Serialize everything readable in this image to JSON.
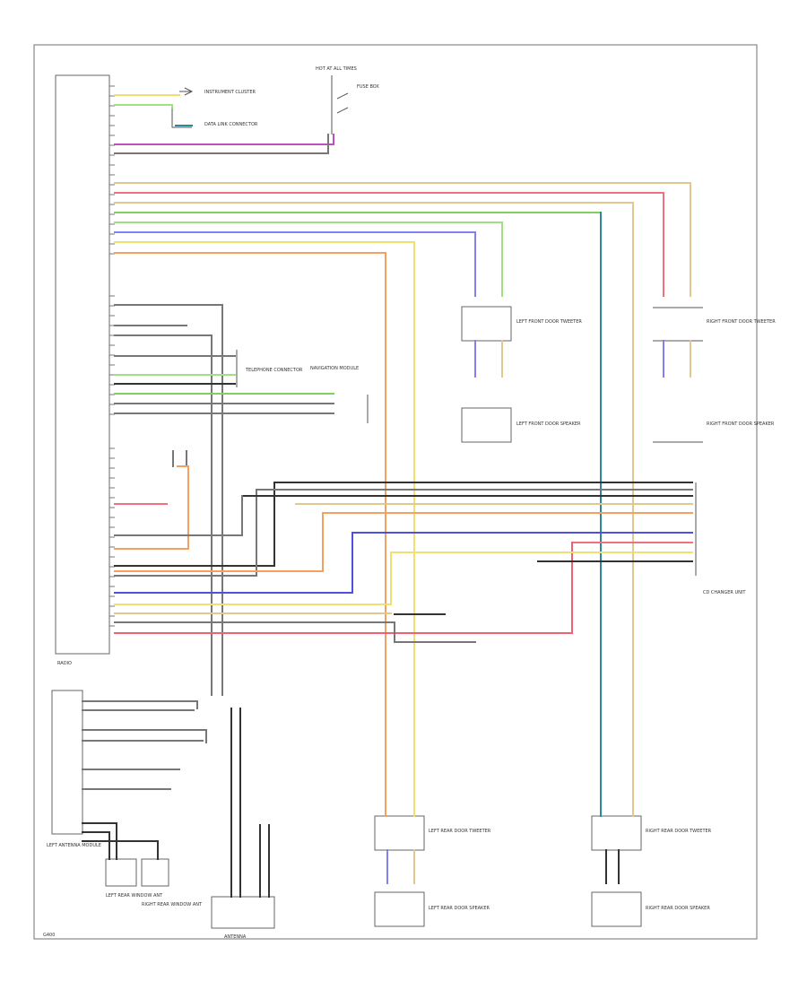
{
  "title": "",
  "components": {
    "radio": "RADIO",
    "cd_changer": "CD CHANGER UNIT",
    "antenna": "ANTENNA",
    "left_antenna_module": "LEFT ANTENNA MODULE",
    "front_left_tweeter": "LEFT FRONT DOOR TWEETER",
    "front_left_woofer": "LEFT FRONT DOOR SPEAKER",
    "front_right_tweeter": "RIGHT FRONT DOOR TWEETER",
    "front_right_woofer": "RIGHT FRONT DOOR SPEAKER",
    "rear_left_tweeter": "LEFT REAR DOOR TWEETER",
    "rear_left_woofer": "LEFT REAR DOOR SPEAKER",
    "rear_right_tweeter": "RIGHT REAR DOOR TWEETER",
    "rear_right_woofer": "RIGHT REAR DOOR SPEAKER",
    "left_rear_window_ant": "LEFT REAR WINDOW ANT",
    "right_rear_window_ant": "RIGHT REAR WINDOW ANT",
    "telephone": "TELEPHONE CONNECTOR",
    "hot_at_all_times": "HOT AT ALL TIMES",
    "fuse_box": "FUSE BOX",
    "instrument_cluster": "INSTRUMENT CLUSTER",
    "data_link": "DATA LINK CONNECTOR",
    "ground": "G400"
  },
  "wire_colors": {
    "red": "#f06070",
    "orange": "#f5a060",
    "yellow": "#f0e070",
    "green": "#80d060",
    "lgreen": "#a0e080",
    "blue": "#5050e0",
    "teal": "#2a8a9a",
    "violet": "#c050c0",
    "gray": "#777777",
    "black": "#333333",
    "tan": "#e0c890",
    "pink": "#f07080",
    "lblue": "#8080f0"
  }
}
